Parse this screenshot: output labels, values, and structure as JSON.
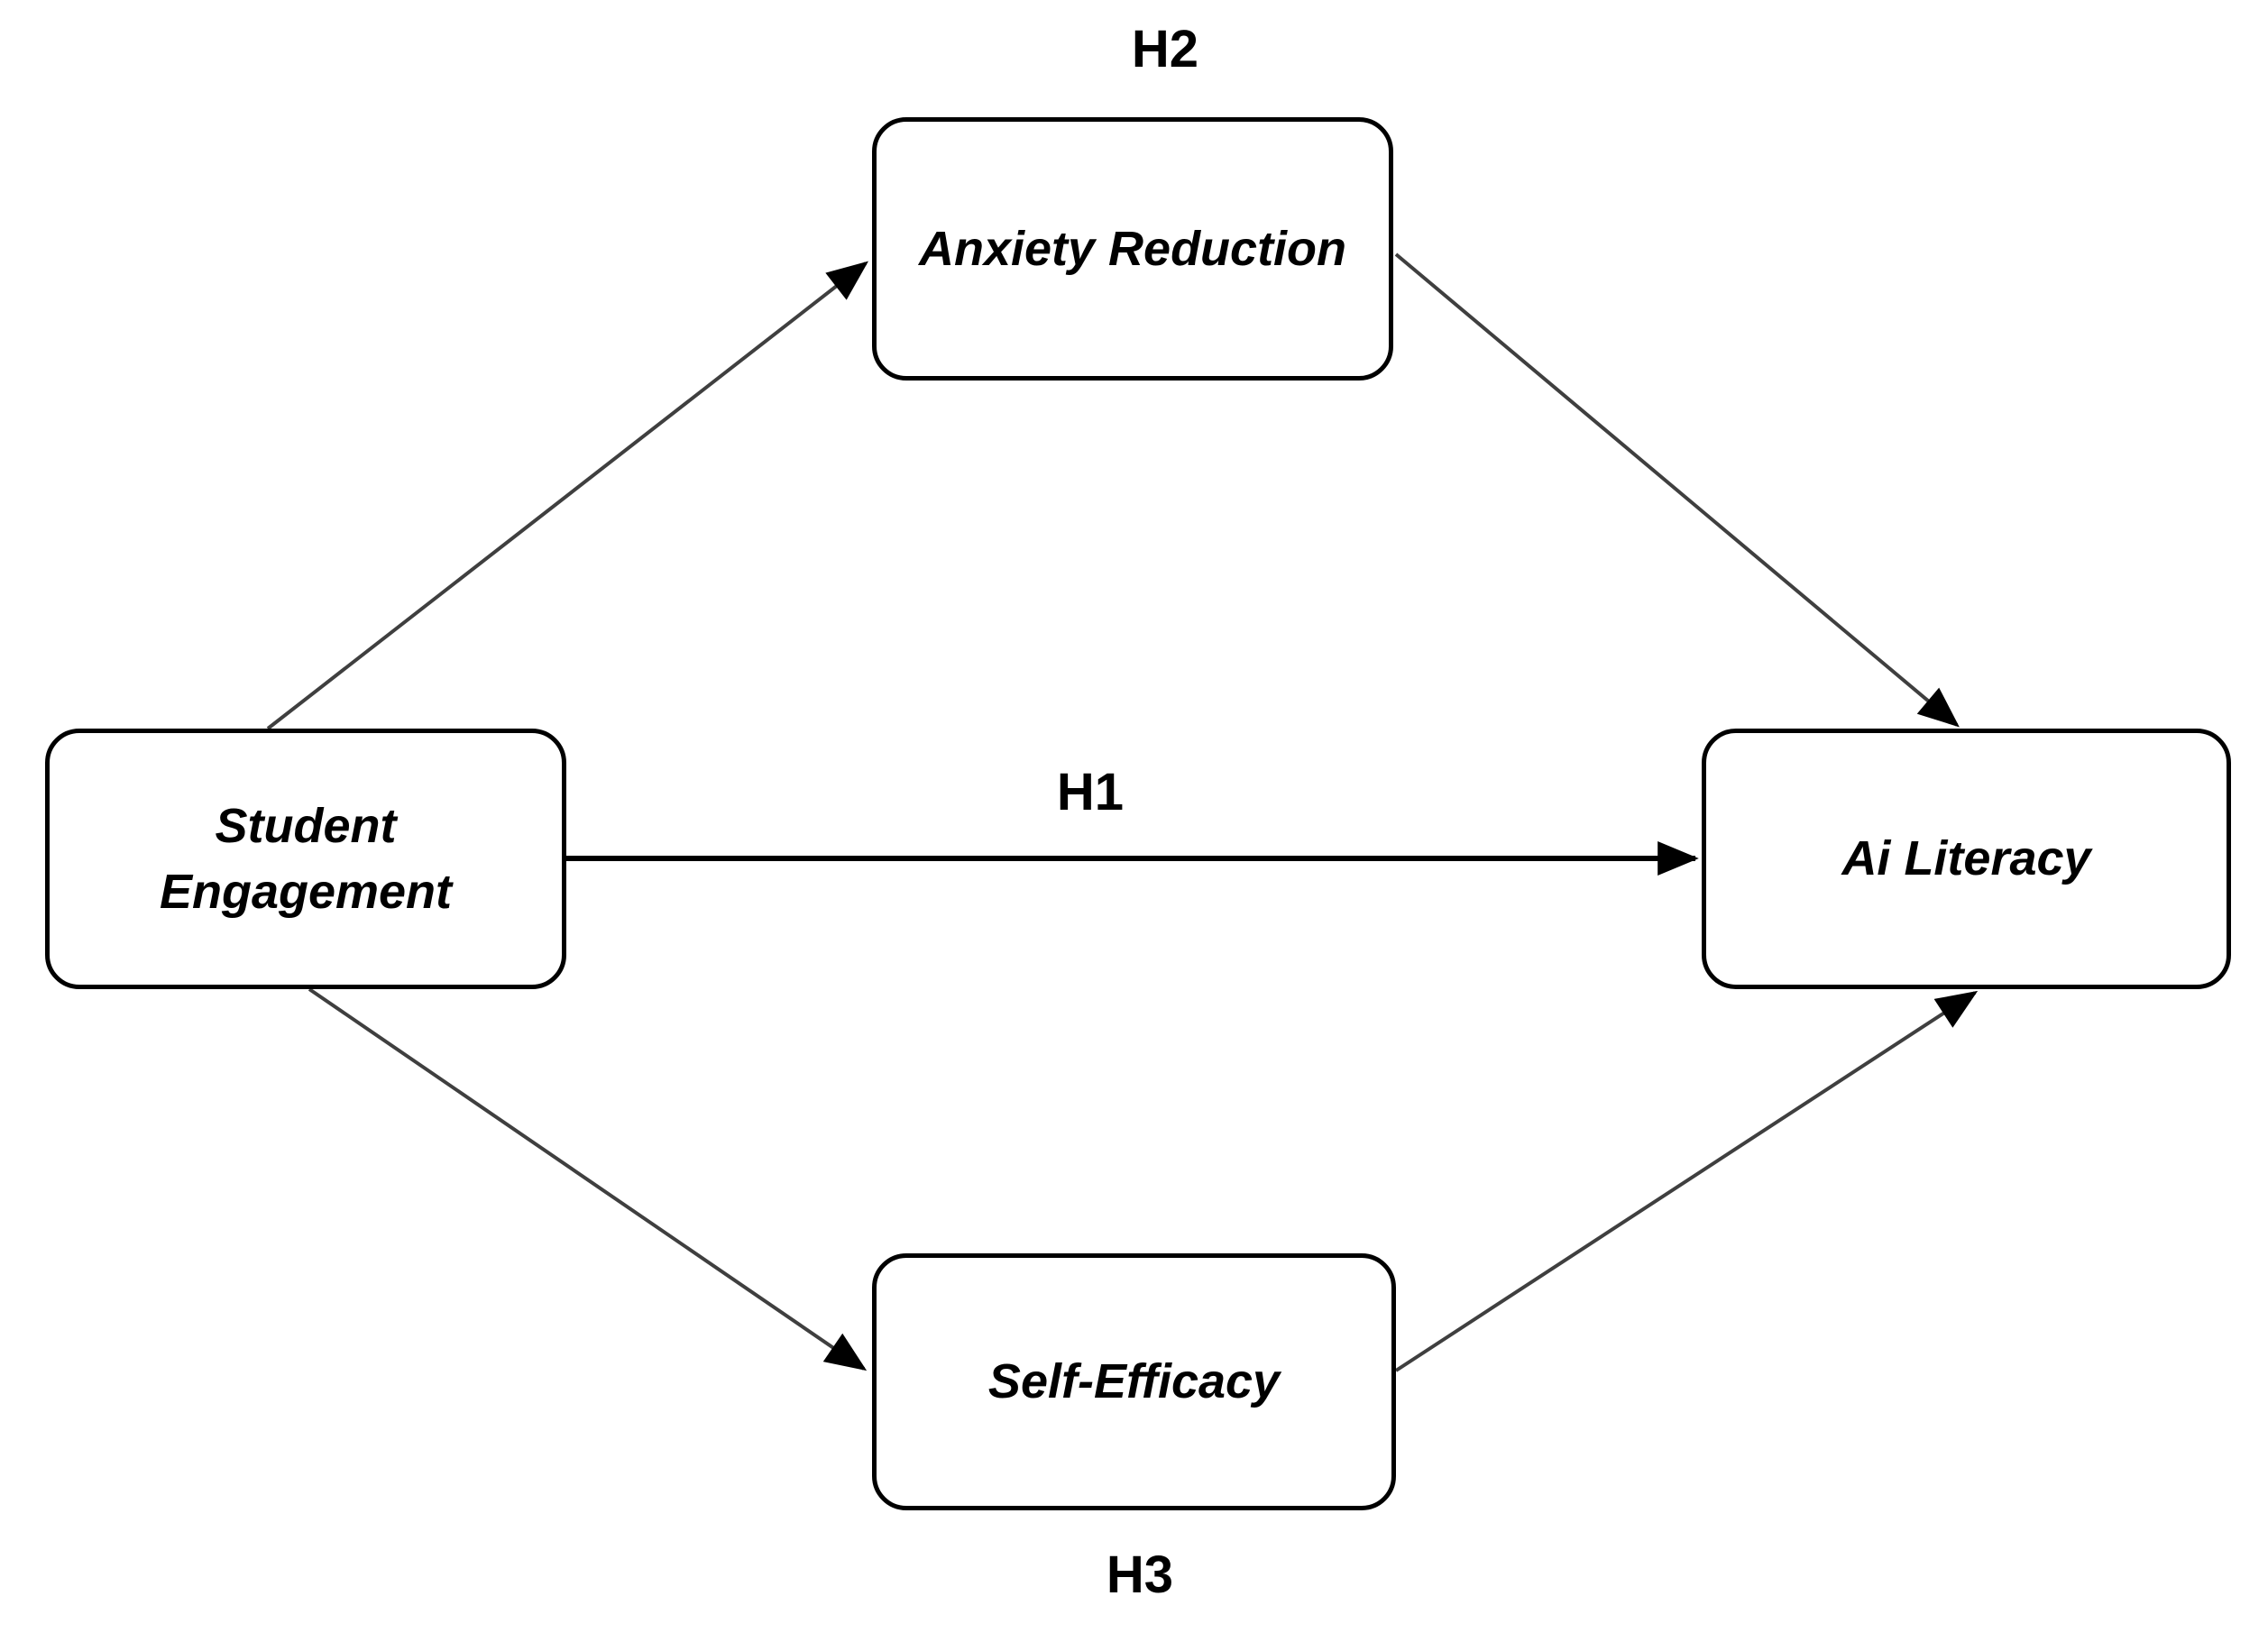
{
  "figure": {
    "background_color": "#ffffff",
    "box_border_color": "#000000",
    "text_color": "#000000",
    "diagonal_line_color": "#3f3f3f",
    "main_arrow_color": "#000000",
    "arrowhead_color": "#000000"
  },
  "nodes": {
    "student_engagement": {
      "label": "Student Engagement",
      "lines": [
        "Student",
        "Engagement"
      ]
    },
    "anxiety_reduction": {
      "label": "Anxiety Reduction",
      "lines": [
        "Anxiety Reduction"
      ]
    },
    "self_efficacy": {
      "label": "Self-Efficacy",
      "lines": [
        "Self-Efficacy"
      ]
    },
    "ai_literacy": {
      "label": "Ai Literacy",
      "lines": [
        "Ai Literacy"
      ]
    }
  },
  "hypotheses": {
    "h1": "H1",
    "h2": "H2",
    "h3": "H3"
  },
  "edges": [
    {
      "from": "student_engagement",
      "to": "anxiety_reduction"
    },
    {
      "from": "anxiety_reduction",
      "to": "ai_literacy"
    },
    {
      "from": "student_engagement",
      "to": "ai_literacy",
      "label": "H1"
    },
    {
      "from": "student_engagement",
      "to": "self_efficacy"
    },
    {
      "from": "self_efficacy",
      "to": "ai_literacy"
    }
  ]
}
